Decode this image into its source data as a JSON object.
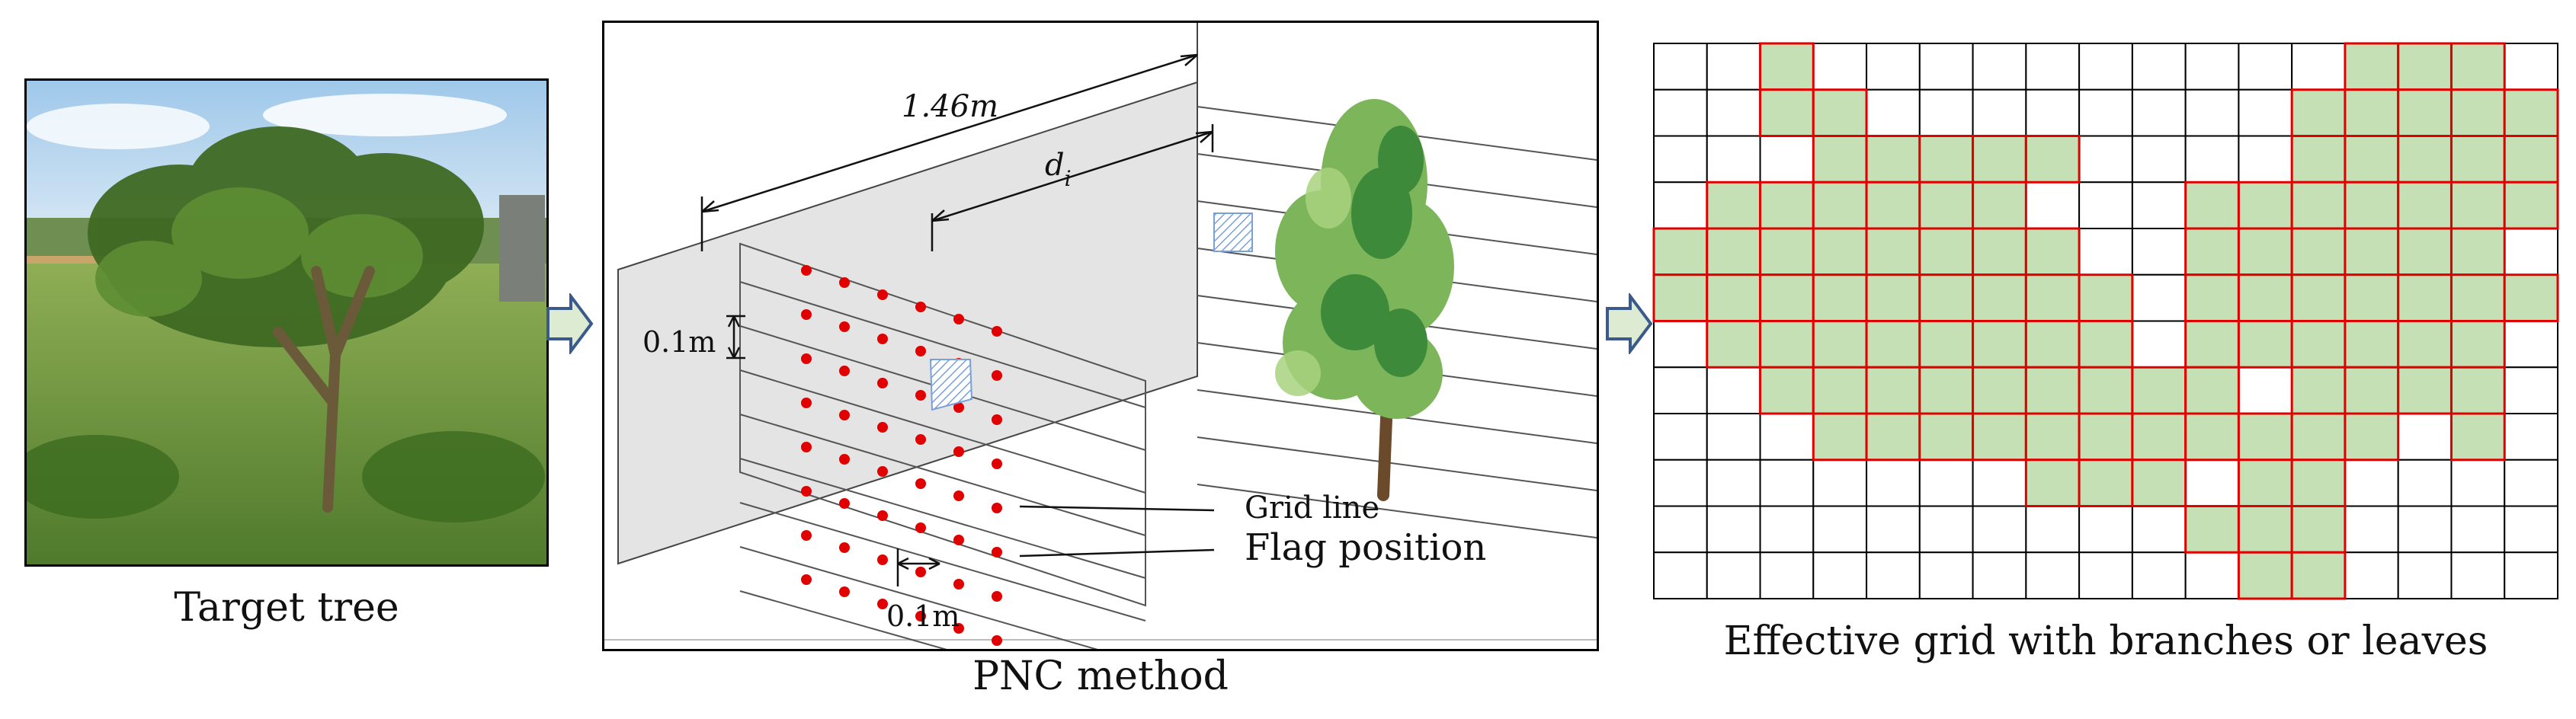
{
  "panels": {
    "photo": {
      "caption": "Target tree"
    },
    "pnc": {
      "caption": "PNC method",
      "labels": {
        "width": "1.46m",
        "distance": "d",
        "distance_sub": "i",
        "vertical_spacing": "0.1m",
        "horizontal_spacing": "0.1m",
        "grid_line": "Grid line",
        "flag_position": "Flag position"
      }
    },
    "grid": {
      "caption": "Effective grid with branches or leaves",
      "rows": 12,
      "cols": 17,
      "filled": [
        [
          0,
          2
        ],
        [
          0,
          13
        ],
        [
          0,
          14
        ],
        [
          0,
          15
        ],
        [
          1,
          2
        ],
        [
          1,
          3
        ],
        [
          1,
          12
        ],
        [
          1,
          13
        ],
        [
          1,
          14
        ],
        [
          1,
          15
        ],
        [
          1,
          16
        ],
        [
          2,
          3
        ],
        [
          2,
          4
        ],
        [
          2,
          5
        ],
        [
          2,
          6
        ],
        [
          2,
          7
        ],
        [
          2,
          12
        ],
        [
          2,
          13
        ],
        [
          2,
          14
        ],
        [
          2,
          15
        ],
        [
          2,
          16
        ],
        [
          3,
          1
        ],
        [
          3,
          2
        ],
        [
          3,
          3
        ],
        [
          3,
          4
        ],
        [
          3,
          5
        ],
        [
          3,
          6
        ],
        [
          3,
          10
        ],
        [
          3,
          11
        ],
        [
          3,
          12
        ],
        [
          3,
          13
        ],
        [
          3,
          14
        ],
        [
          3,
          15
        ],
        [
          3,
          16
        ],
        [
          4,
          0
        ],
        [
          4,
          1
        ],
        [
          4,
          2
        ],
        [
          4,
          3
        ],
        [
          4,
          4
        ],
        [
          4,
          5
        ],
        [
          4,
          6
        ],
        [
          4,
          7
        ],
        [
          4,
          10
        ],
        [
          4,
          11
        ],
        [
          4,
          12
        ],
        [
          4,
          13
        ],
        [
          4,
          14
        ],
        [
          4,
          15
        ],
        [
          5,
          0
        ],
        [
          5,
          1
        ],
        [
          5,
          2
        ],
        [
          5,
          3
        ],
        [
          5,
          4
        ],
        [
          5,
          5
        ],
        [
          5,
          6
        ],
        [
          5,
          7
        ],
        [
          5,
          8
        ],
        [
          5,
          10
        ],
        [
          5,
          11
        ],
        [
          5,
          12
        ],
        [
          5,
          13
        ],
        [
          5,
          14
        ],
        [
          5,
          15
        ],
        [
          5,
          16
        ],
        [
          6,
          1
        ],
        [
          6,
          2
        ],
        [
          6,
          3
        ],
        [
          6,
          4
        ],
        [
          6,
          5
        ],
        [
          6,
          6
        ],
        [
          6,
          7
        ],
        [
          6,
          8
        ],
        [
          6,
          10
        ],
        [
          6,
          11
        ],
        [
          6,
          12
        ],
        [
          6,
          13
        ],
        [
          6,
          14
        ],
        [
          6,
          15
        ],
        [
          7,
          2
        ],
        [
          7,
          3
        ],
        [
          7,
          4
        ],
        [
          7,
          5
        ],
        [
          7,
          6
        ],
        [
          7,
          7
        ],
        [
          7,
          8
        ],
        [
          7,
          9
        ],
        [
          7,
          10
        ],
        [
          7,
          12
        ],
        [
          7,
          13
        ],
        [
          7,
          14
        ],
        [
          7,
          15
        ],
        [
          8,
          3
        ],
        [
          8,
          4
        ],
        [
          8,
          5
        ],
        [
          8,
          6
        ],
        [
          8,
          7
        ],
        [
          8,
          8
        ],
        [
          8,
          9
        ],
        [
          8,
          10
        ],
        [
          8,
          11
        ],
        [
          8,
          12
        ],
        [
          8,
          13
        ],
        [
          8,
          15
        ],
        [
          9,
          7
        ],
        [
          9,
          8
        ],
        [
          9,
          9
        ],
        [
          9,
          11
        ],
        [
          9,
          12
        ],
        [
          10,
          10
        ],
        [
          10,
          11
        ],
        [
          10,
          12
        ],
        [
          11,
          11
        ],
        [
          11,
          12
        ]
      ]
    }
  },
  "colors": {
    "cell_fill": "#c5e0b4",
    "cell_border": "#e00000",
    "grid_line": "#000000",
    "flag_dot": "#e00000",
    "arrow_fill": "#dcebd1",
    "arrow_stroke": "#3a5a8c",
    "panel_wall": "#e4e4e4"
  }
}
